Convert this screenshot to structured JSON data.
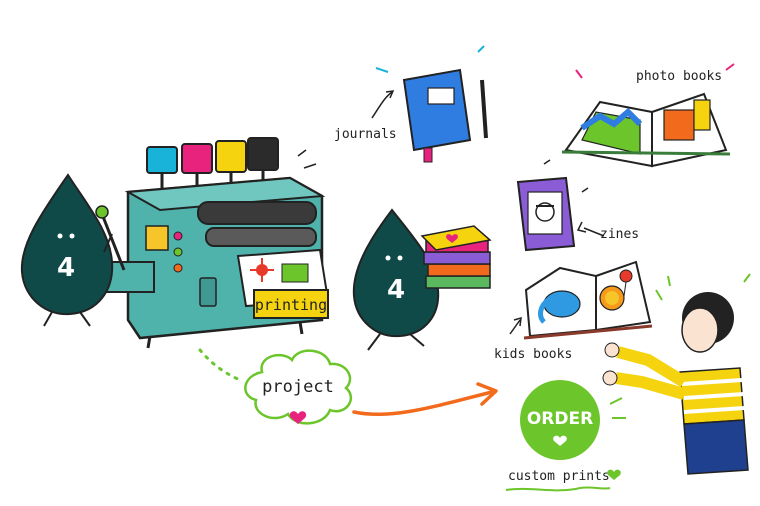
{
  "machine": {
    "label": "printing"
  },
  "mascot_left": {
    "number": "4"
  },
  "mascot_right": {
    "number": "4"
  },
  "cloud": {
    "label": "project"
  },
  "order_button": {
    "label": "ORDER"
  },
  "annotations": {
    "journals": "journals",
    "photo_books": "photo books",
    "zines": "zines",
    "kids_books": "kids books",
    "custom_prints": "custom prints"
  },
  "colors": {
    "ink_cyan": "#19b3d9",
    "ink_magenta": "#e8237d",
    "ink_yellow": "#f5d40f",
    "ink_black": "#2b2b2b",
    "machine_teal": "#4fb3ac",
    "mascot": "#0f4a48",
    "arrow_orange": "#f26a1b",
    "order_green": "#6cc62b",
    "journal_blue": "#2f7de1"
  },
  "icons": [
    "ink-drop-mascot-icon",
    "heart-icon",
    "sun-icon",
    "elephant-icon",
    "lion-icon",
    "balloon-icon",
    "pen-icon"
  ]
}
